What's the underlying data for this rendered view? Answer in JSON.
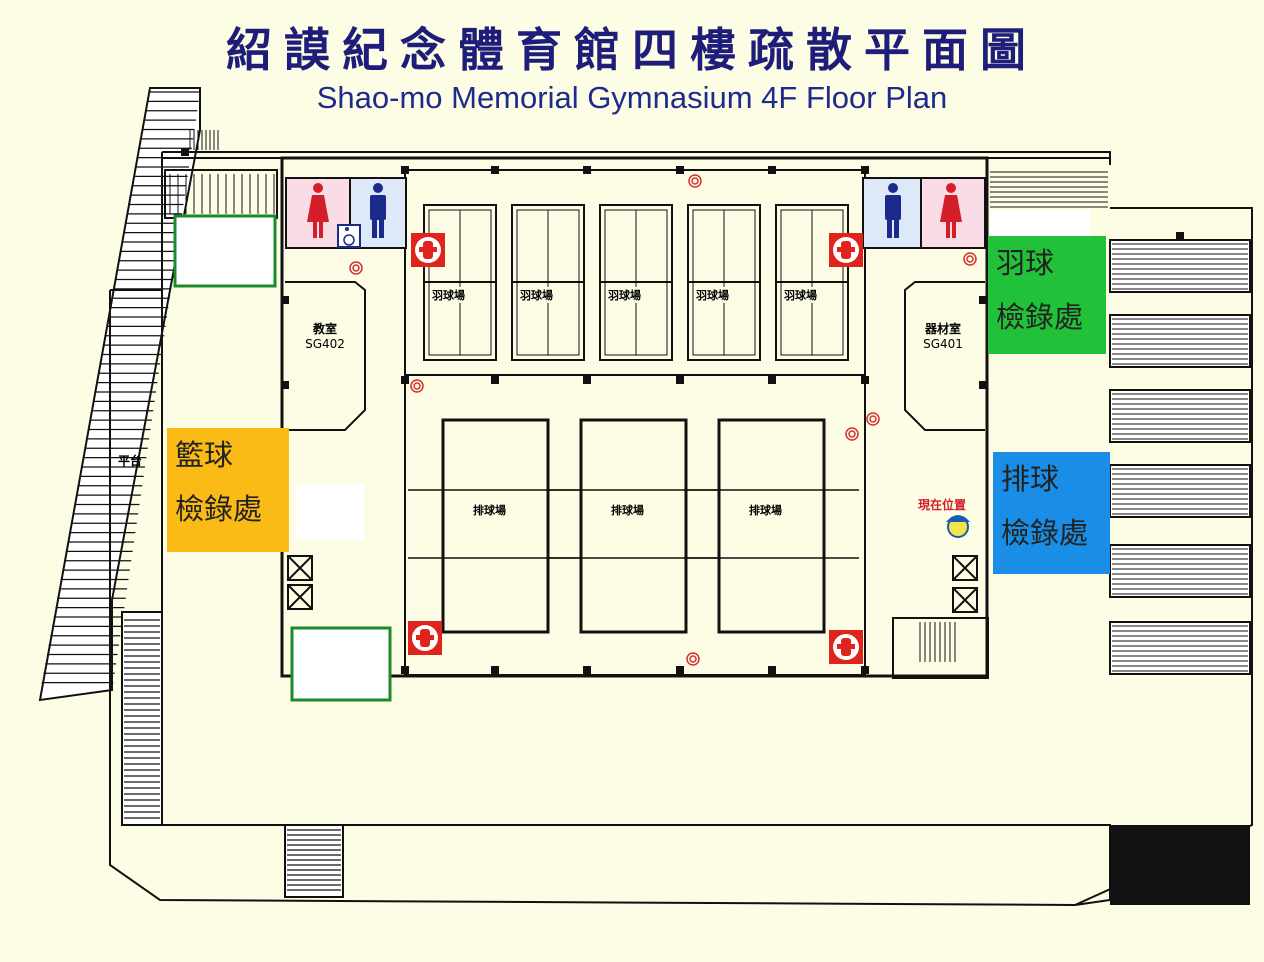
{
  "title": {
    "zh": "紹謨紀念體育館四樓疏散平面圖",
    "en": "Shao-mo Memorial Gymnasium 4F Floor Plan"
  },
  "rooms": {
    "classroom": {
      "name": "教室",
      "code": "SG402"
    },
    "equipment": {
      "name": "器材室",
      "code": "SG401"
    },
    "platform": "平台"
  },
  "courts": {
    "badminton_label": "羽球場",
    "badminton_count": 5,
    "volleyball_label": "排球場",
    "volleyball_count": 3
  },
  "check_in": {
    "badminton": {
      "line1": "羽球",
      "line2": "檢錄處",
      "color": "#22c13a"
    },
    "basketball": {
      "line1": "籃球",
      "line2": "檢錄處",
      "color": "#fbbb16"
    },
    "volleyball": {
      "line1": "排球",
      "line2": "檢錄處",
      "color": "#1a8ee6"
    }
  },
  "you_are_here": "現在位置",
  "icons": [
    "female-restroom-icon",
    "male-restroom-icon",
    "wheelchair-icon",
    "fire-hydrant-icon",
    "fire-alarm-icon",
    "elevator-icon",
    "mascot-icon"
  ],
  "colors": {
    "title": "#1e1e7a",
    "background": "#fdfde6",
    "hydrant": "#e0231c"
  }
}
